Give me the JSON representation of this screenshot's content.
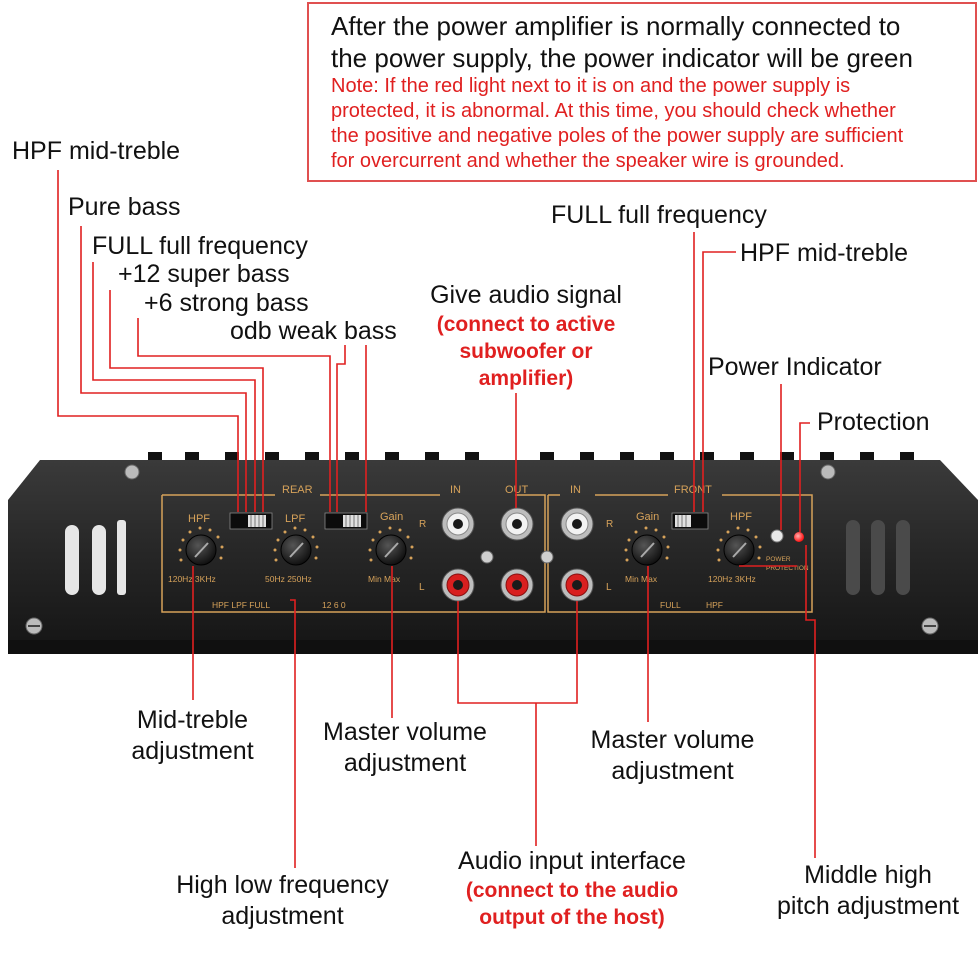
{
  "note": {
    "title_line1": "After the power amplifier is normally connected to",
    "title_line2": "the power supply, the power indicator will be green",
    "note_line1": "Note: If the red light next to it is on and the power supply is",
    "note_line2": "protected, it is abnormal. At this time, you should check whether",
    "note_line3": "the positive and negative poles of the power supply are sufficient",
    "note_line4": "for overcurrent and whether the speaker wire is grounded."
  },
  "left_labels": {
    "hpf": "HPF mid-treble",
    "pure_bass": "Pure bass",
    "full": "FULL full frequency",
    "plus12": "+12 super bass",
    "plus6": "+6 strong bass",
    "odb": "odb weak bass"
  },
  "audio_signal": {
    "title": "Give audio signal",
    "sub_line1": "(connect to active",
    "sub_line2": "subwoofer or",
    "sub_line3": "amplifier)"
  },
  "right_labels": {
    "full": "FULL full frequency",
    "hpf": "HPF mid-treble",
    "power_indicator": "Power Indicator",
    "protection": "Protection"
  },
  "bottom_labels": {
    "mid_treble_line1": "Mid-treble",
    "mid_treble_line2": "adjustment",
    "master_rear_line1": "Master volume",
    "master_rear_line2": "adjustment",
    "master_front_line1": "Master volume",
    "master_front_line2": "adjustment",
    "high_low_line1": "High low frequency",
    "high_low_line2": "adjustment",
    "audio_input_title": "Audio input interface",
    "audio_input_sub1": "(connect to the audio",
    "audio_input_sub2": "output of the host)",
    "middle_high_line1": "Middle high",
    "middle_high_line2": "pitch adjustment"
  },
  "panel": {
    "rear": "REAR",
    "front": "FRONT",
    "in_left": "IN",
    "out": "OUT",
    "in_right": "IN",
    "hpf_left": "HPF",
    "lpf": "LPF",
    "gain_left": "Gain",
    "gain_right": "Gain",
    "hpf_right": "HPF",
    "r_left": "R",
    "l_left": "L",
    "r_right": "R",
    "l_right": "L",
    "hpf_range_left": "120Hz  3KHz",
    "lpf_range": "50Hz  250Hz",
    "gain_range_left": "Min  Max",
    "gain_range_right": "Min  Max",
    "hpf_range_right": "120Hz  3KHz",
    "switch_left_labels": "HPF  LPF  FULL",
    "switch_bass_labels": "12   6   0",
    "switch_right_full": "FULL",
    "switch_right_hpf": "HPF",
    "power_label": "POWER",
    "protection_label": "PROTECTION"
  },
  "colors": {
    "annotation_red": "#e02020",
    "panel_gold": "#d6a25a",
    "chassis": "#2a2a2a",
    "power_led": "#e8e8e8",
    "protection_led": "#ff2a2a",
    "rca_red": "#d81f1f",
    "rca_white": "#e8e8e8"
  }
}
